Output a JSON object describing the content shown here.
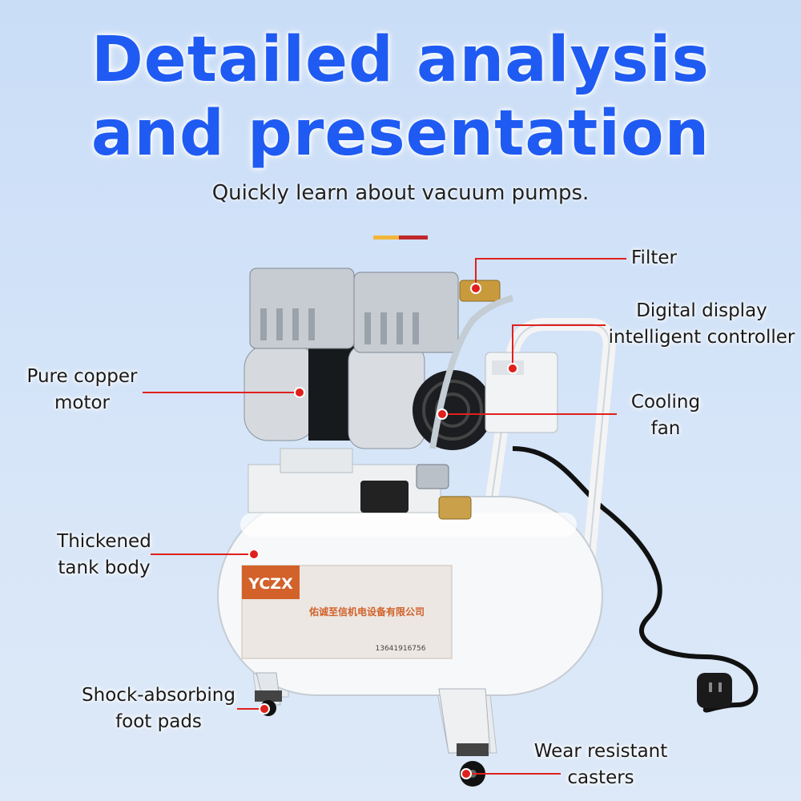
{
  "headline": {
    "line1": "Detailed analysis",
    "line2": "and presentation"
  },
  "subtitle": "Quickly learn about vacuum pumps.",
  "colors": {
    "headline": "#1f5bf2",
    "accent_yellow": "#f2b53a",
    "accent_red": "#c0282c",
    "callout_line": "#e0201c"
  },
  "callouts": {
    "filter": [
      "Filter"
    ],
    "display": [
      "Digital display",
      "intelligent controller"
    ],
    "motor": [
      "Pure copper",
      "motor"
    ],
    "fan": [
      "Cooling",
      "fan"
    ],
    "tank": [
      "Thickened",
      "tank body"
    ],
    "foot": [
      "Shock-absorbing",
      "foot pads"
    ],
    "casters": [
      "Wear resistant",
      "casters"
    ]
  },
  "product": {
    "brand": "YCZX",
    "company": "佑诚至信机电设备有限公司",
    "phone": "13641916756"
  }
}
